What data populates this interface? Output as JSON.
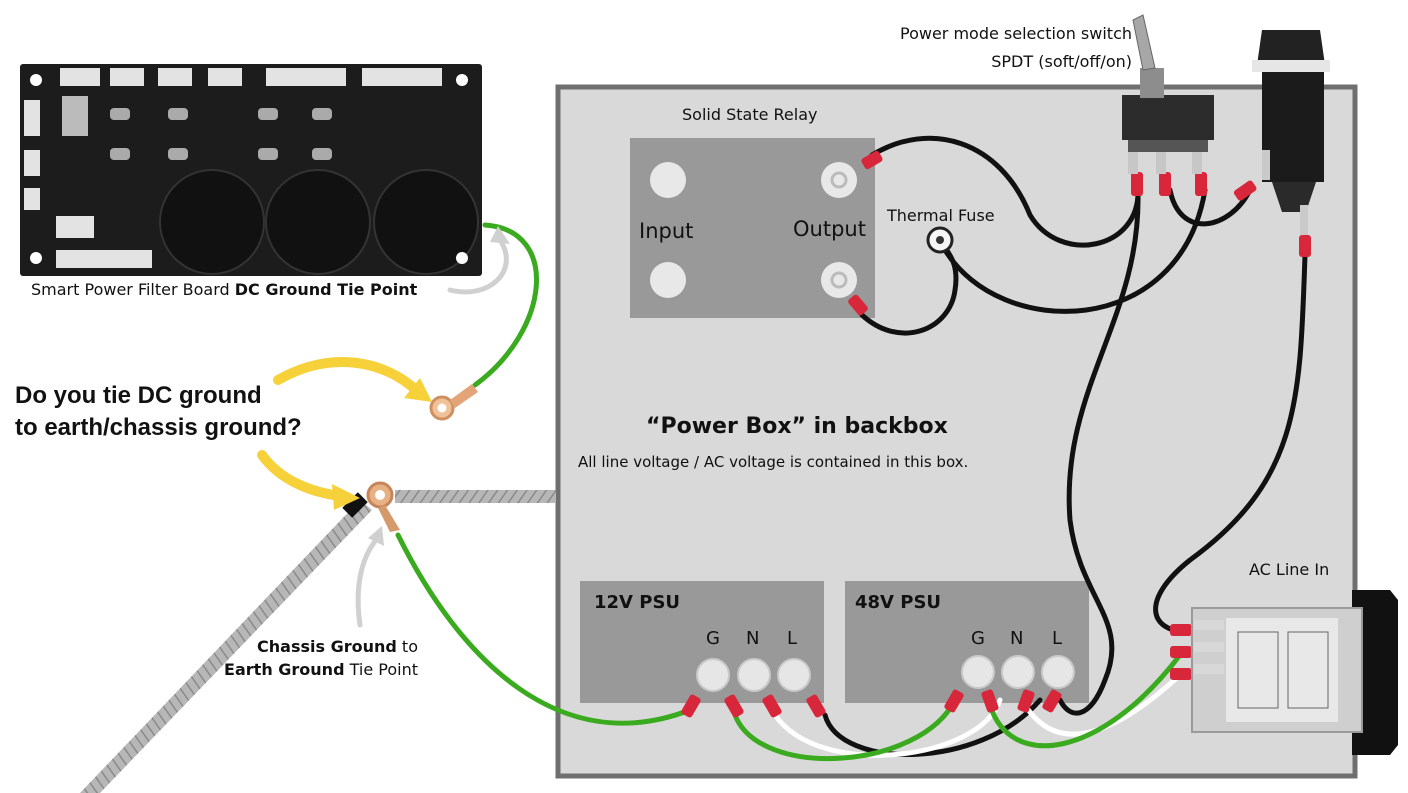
{
  "power_box": {
    "title": "“Power Box” in backbox",
    "subtitle": "All line voltage / AC voltage is contained in this box."
  },
  "relay": {
    "label": "Solid State Relay",
    "input_label": "Input",
    "output_label": "Output"
  },
  "thermal_fuse": {
    "label": "Thermal Fuse"
  },
  "switch": {
    "label_line1": "Power mode selection switch",
    "label_line2": "SPDT (soft/off/on)"
  },
  "ac_inlet": {
    "label": "AC Line In"
  },
  "psu_12v": {
    "title": "12V PSU",
    "g": "G",
    "n": "N",
    "l": "L"
  },
  "psu_48v": {
    "title": "48V PSU",
    "g": "G",
    "n": "N",
    "l": "L"
  },
  "filter_board": {
    "caption_plain": "Smart Power Filter Board ",
    "caption_bold": "DC Ground Tie Point"
  },
  "question": {
    "line1": "Do you tie DC ground",
    "line2": "to earth/chassis ground?"
  },
  "chassis": {
    "line1_bold": "Chassis Ground",
    "line1_plain": " to",
    "line2_bold": "Earth Ground",
    "line2_plain": " Tie Point"
  },
  "colors": {
    "ground_wire": "#3aaa1e",
    "hot_wire": "#111111",
    "neutral_wire": "#ffffff",
    "box_fill": "#d9d9d9",
    "box_border": "#6f6f6f",
    "module_fill": "#999999",
    "arrow_yellow": "#f7d13a",
    "arrow_gray": "#d0d0d0",
    "terminal_red": "#d8263a"
  }
}
